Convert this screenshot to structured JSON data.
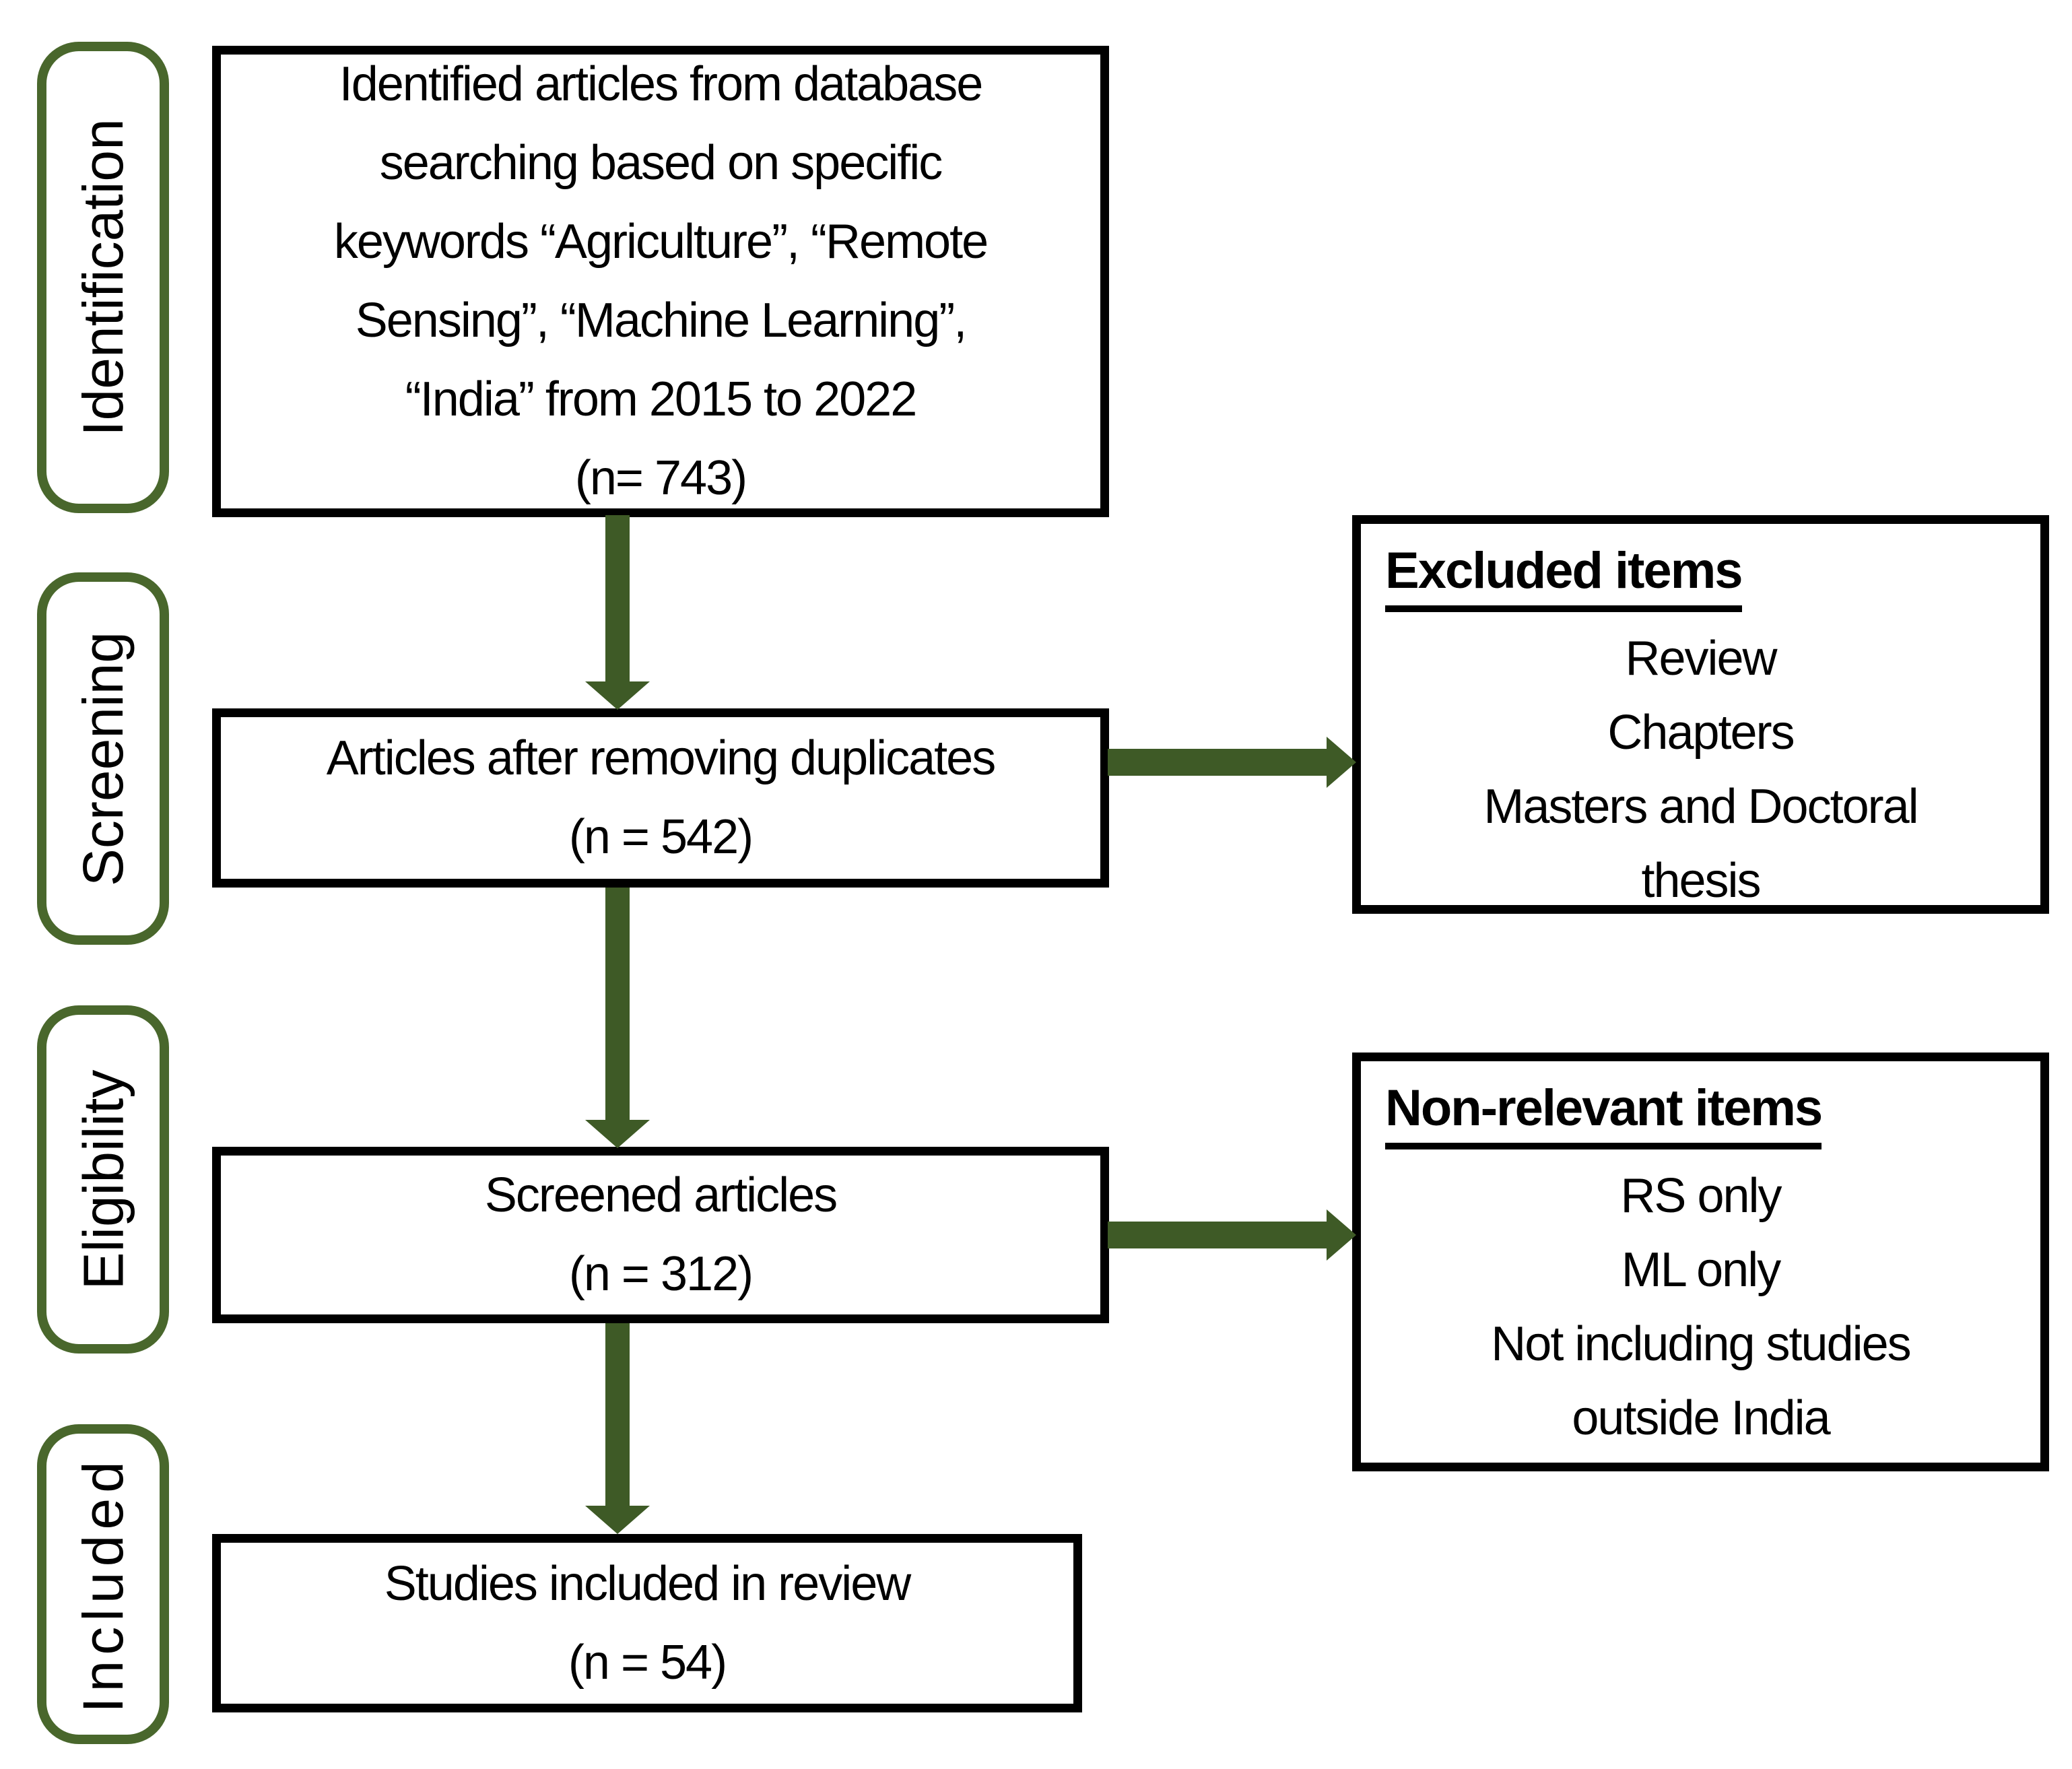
{
  "colors": {
    "arrow_green": "#3E5A26",
    "stage_border_green": "#49672C",
    "box_border_black": "#000000",
    "text_black": "#000000",
    "background_white": "#ffffff"
  },
  "stages": [
    {
      "label": "Identification"
    },
    {
      "label": "Screening"
    },
    {
      "label": "Eligibility"
    },
    {
      "label": "Included"
    }
  ],
  "flow_boxes": [
    {
      "lines": [
        "Identified articles from database",
        "searching based on specific",
        "keywords “Agriculture”, “Remote",
        "Sensing”, “Machine Learning”,",
        "“India” from 2015 to 2022",
        "(n= 743)"
      ]
    },
    {
      "lines": [
        "Articles after removing duplicates",
        "(n = 542)"
      ]
    },
    {
      "lines": [
        "Screened articles",
        "(n = 312)"
      ]
    },
    {
      "lines": [
        "Studies included in review",
        "(n = 54)"
      ]
    }
  ],
  "side_boxes": [
    {
      "title": "Excluded items",
      "lines": [
        "Review",
        "Chapters",
        "Masters and Doctoral",
        "thesis"
      ]
    },
    {
      "title": "Non-relevant items",
      "lines": [
        "RS only",
        "ML only",
        "Not including studies",
        "outside India"
      ]
    }
  ]
}
